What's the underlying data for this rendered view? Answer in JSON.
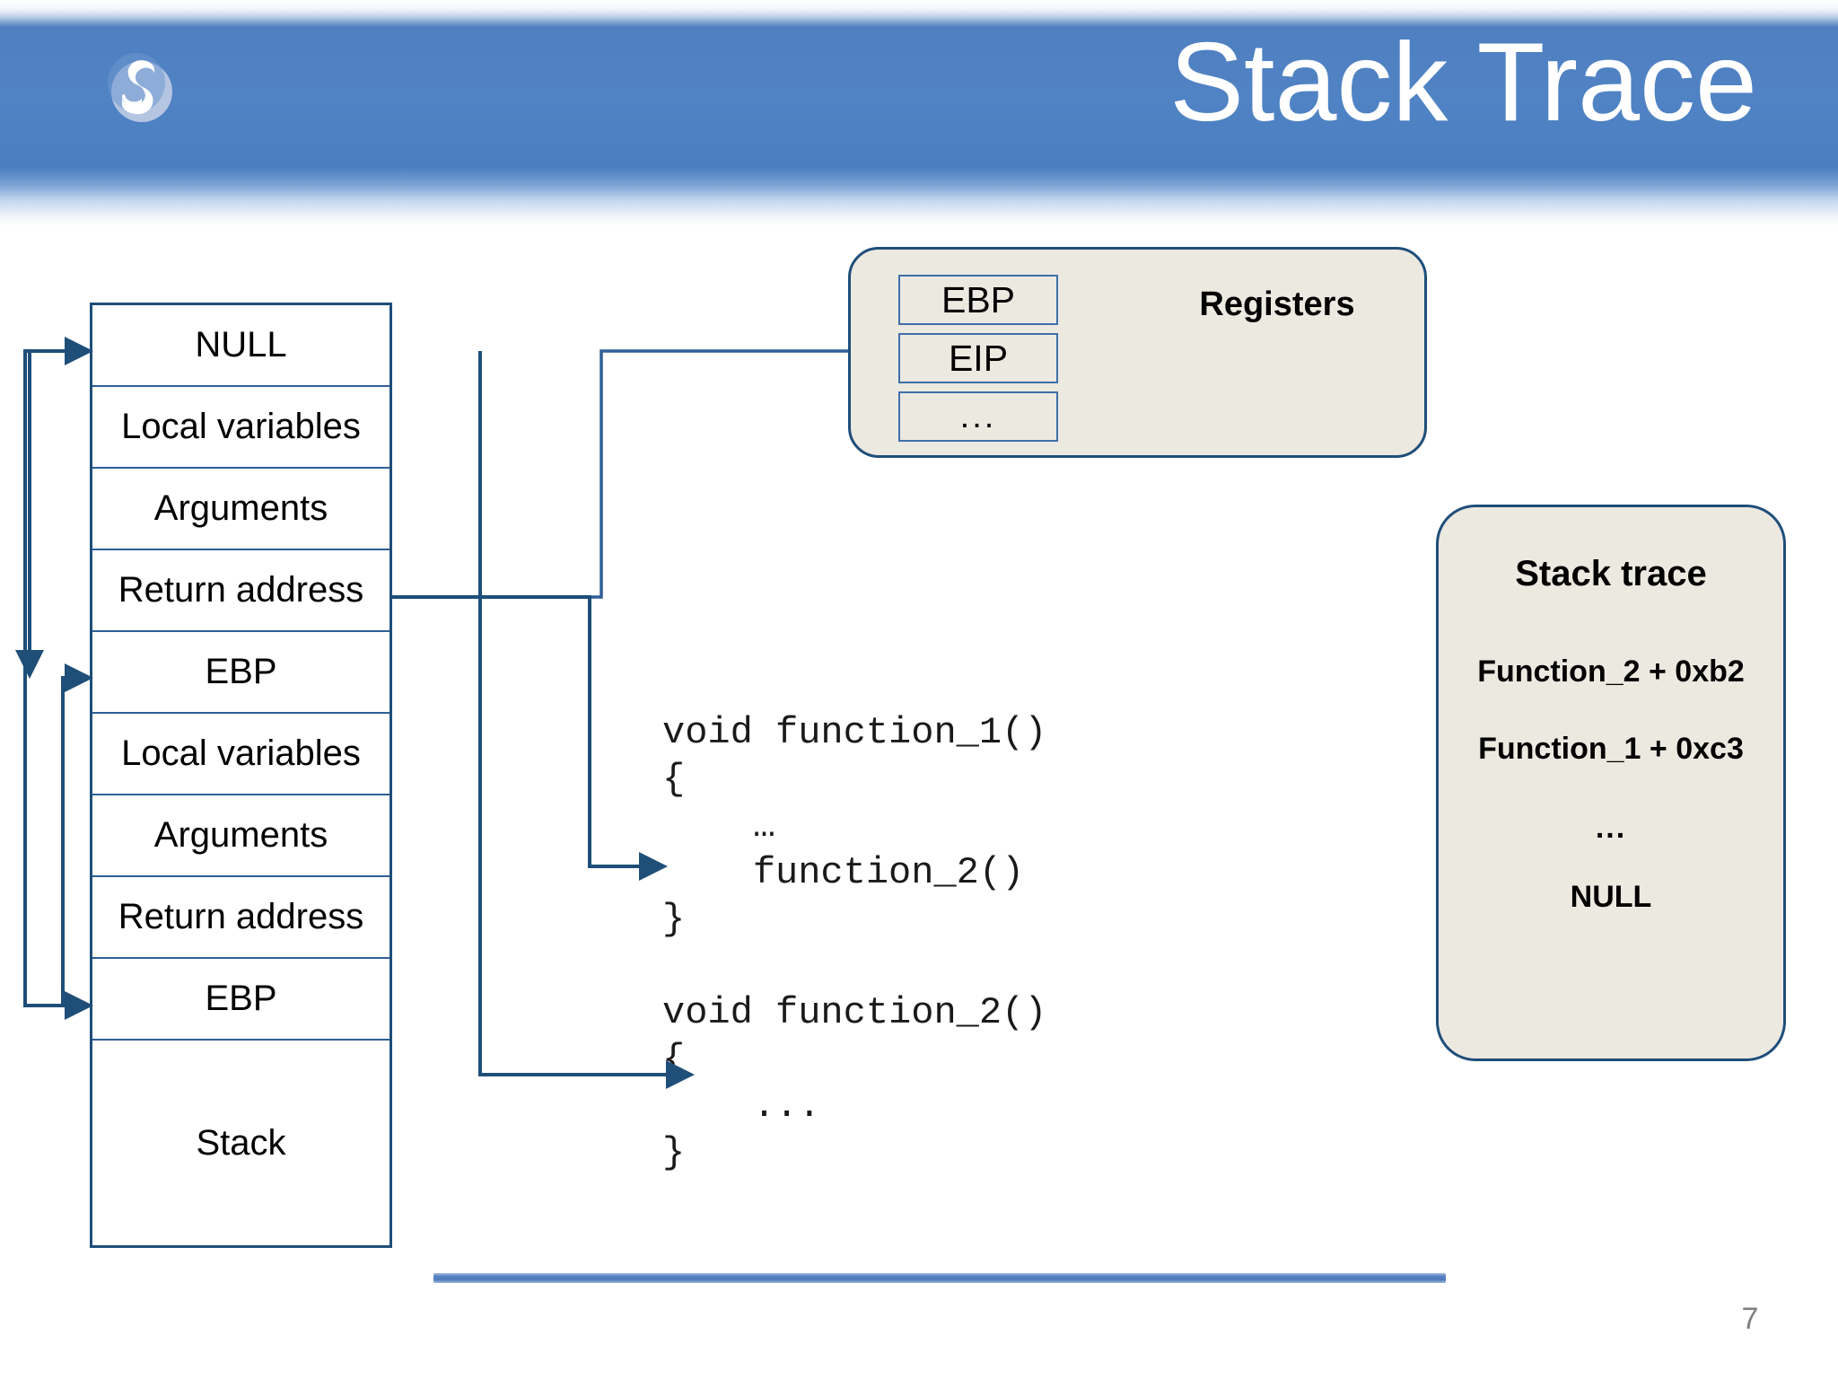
{
  "slide": {
    "title": "Stack Trace",
    "page_number": "7",
    "logo_icon": "spiral-s-logo-icon",
    "accent_color": "#4f7fc1",
    "connector_color": "#1f4e79",
    "panel_fill_color": "#ece9e1",
    "panel_border_color": "#1f4e79",
    "table_border_color": "#2e5f96"
  },
  "stack_table": {
    "name": "stack-memory-layout",
    "rows": [
      {
        "label": "NULL"
      },
      {
        "label": "Local variables"
      },
      {
        "label": "Arguments"
      },
      {
        "label": "Return address"
      },
      {
        "label": "EBP"
      },
      {
        "label": "Local variables"
      },
      {
        "label": "Arguments"
      },
      {
        "label": "Return address"
      },
      {
        "label": "EBP"
      },
      {
        "label": "Stack"
      }
    ]
  },
  "registers": {
    "title": "Registers",
    "cells": [
      {
        "label": "EBP"
      },
      {
        "label": "EIP"
      },
      {
        "label": "..."
      }
    ]
  },
  "stack_trace": {
    "title": "Stack trace",
    "lines": [
      "Function_2 + 0xb2",
      "Function_1 + 0xc3",
      "...",
      "NULL"
    ]
  },
  "code": {
    "text": "void function_1()\n{\n    …\n    function_2()\n}\n\nvoid function_2()\n{\n    ...\n}"
  }
}
